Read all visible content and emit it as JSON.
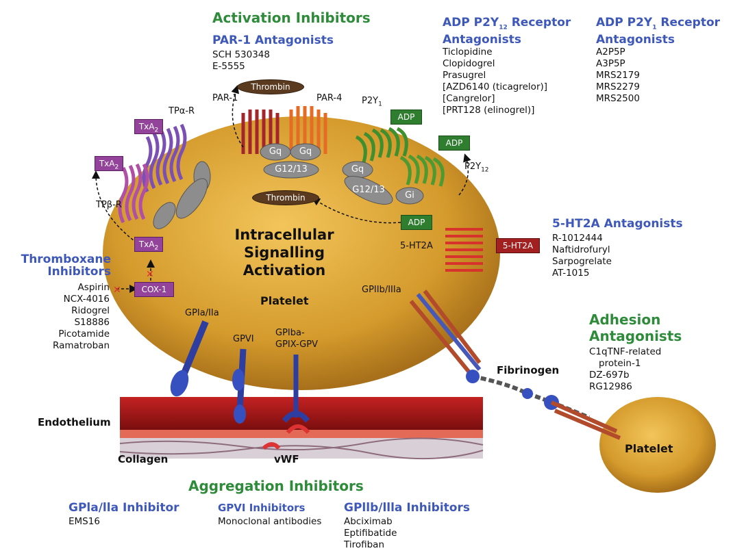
{
  "headings": {
    "activation": "Activation Inhibitors",
    "aggregation": "Aggregation Inhibitors",
    "adhesion_line1": "Adhesion",
    "adhesion_line2": "Antagonists"
  },
  "par1": {
    "title": "PAR-1 Antagonists",
    "items": [
      "SCH 530348",
      "E-5555"
    ]
  },
  "p2y12": {
    "title_a": "ADP P2Y",
    "title_sub": "12",
    "title_b": " Receptor",
    "title_line2": "Antagonists",
    "items": [
      "Ticlopidine",
      "Clopidogrel",
      "Prasugrel",
      "[AZD6140 (ticagrelor)]",
      "[Cangrelor]",
      "[PRT128 (elinogrel)]"
    ]
  },
  "p2y1": {
    "title_a": "ADP P2Y",
    "title_sub": "1",
    "title_b": " Receptor",
    "title_line2": "Antagonists",
    "items": [
      "A2P5P",
      "A3P5P",
      "MRS2179",
      "MRS2279",
      "MRS2500"
    ]
  },
  "ht2a": {
    "title": "5-HT2A Antagonists",
    "items": [
      "R-1012444",
      "Naftidrofuryl",
      "Sarpogrelate",
      "AT-1015"
    ]
  },
  "thromboxane": {
    "title_line1": "Thromboxane",
    "title_line2": "Inhibitors",
    "items": [
      "Aspirin",
      "NCX-4016",
      "Ridogrel",
      "S18886",
      "Picotamide",
      "Ramatroban"
    ]
  },
  "adhesion": {
    "items": [
      "C1qTNF-related",
      "protein-1",
      "DZ-697b",
      "RG12986"
    ]
  },
  "gpla": {
    "title": "GPla/lla Inhibitor",
    "items": [
      "EMS16"
    ]
  },
  "gpvi": {
    "title": "GPVI Inhibitors",
    "items": [
      "Monoclonal antibodies"
    ]
  },
  "gpiib": {
    "title": "GPllb/llla Inhibitors",
    "items": [
      "Abciximab",
      "Eptifibatide",
      "Tirofiban"
    ]
  },
  "labels": {
    "par1": "PAR-1",
    "par4": "PAR-4",
    "thrombin": "Thrombin",
    "p2y1_a": "P2Y",
    "p2y1_sub": "1",
    "p2y12_a": "P2Y",
    "p2y12_sub": "12",
    "adp": "ADP",
    "tpa_r": "TPα-R",
    "tpb_r": "TPβ-R",
    "txa_a": "TxA",
    "txa_sub": "2",
    "cox1": "COX-1",
    "ht2a": "5-HT2A",
    "gq": "Gq",
    "g1213": "G12/13",
    "gi": "Gi",
    "center_line1": "Intracellular",
    "center_line2": "Signalling",
    "center_line3": "Activation",
    "platelet": "Platelet",
    "gpla_ila": "GPIa/IIa",
    "gpvi": "GPVI",
    "gpiba_line1": "GPIba-",
    "gpiba_line2": "GPIX-GPV",
    "gpiib": "GPIIb/IIIa",
    "fibrinogen": "Fibrinogen",
    "endothelium": "Endothelium",
    "collagen": "Collagen",
    "vwf": "vWF",
    "platelet2": "Platelet"
  },
  "colors": {
    "platelet": "#d9a234",
    "activation": "#2e8b3a",
    "antagonist": "#3d58b8",
    "txa": "#93449a",
    "adp": "#2f7d2f",
    "ht2a": "#a32020",
    "thrombin": "#5a3b1f",
    "endothelium": "#9b1717"
  }
}
